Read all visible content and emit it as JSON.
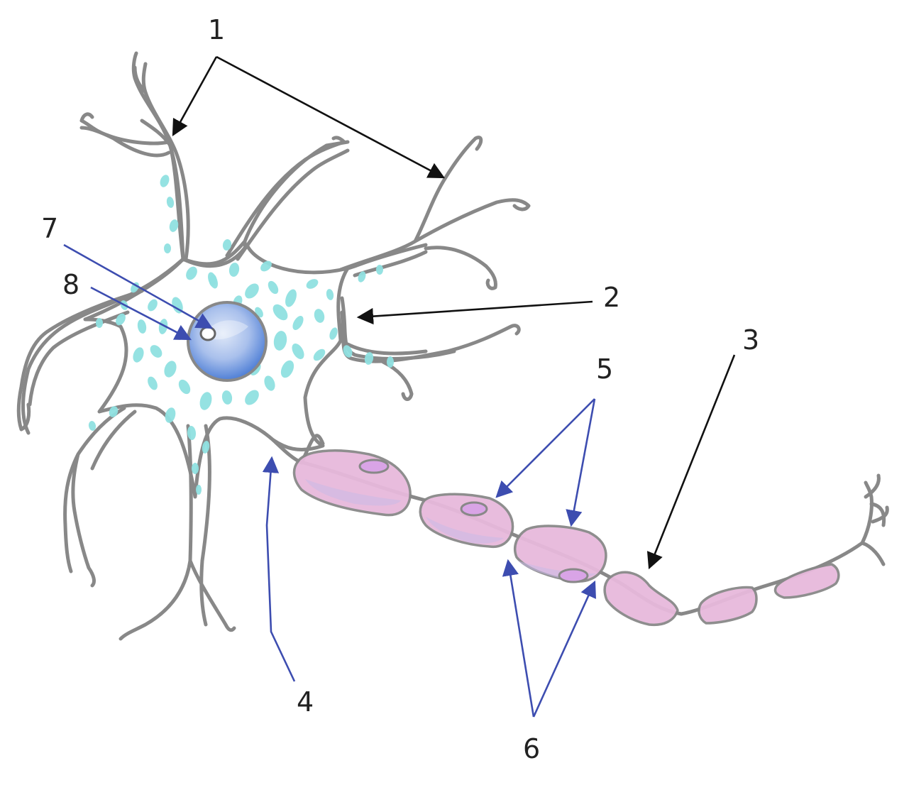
{
  "diagram": {
    "labels": {
      "l1": "1",
      "l2": "2",
      "l3": "3",
      "l4": "4",
      "l5": "5",
      "l6": "6",
      "l7": "7",
      "l8": "8"
    },
    "colors": {
      "outline": "#888888",
      "granules": "#8fe0e0",
      "nucleus": "#6f97dc",
      "myelin": "#e7b9dc",
      "arrow_black": "#111111",
      "arrow_blue": "#3d4db0"
    }
  }
}
